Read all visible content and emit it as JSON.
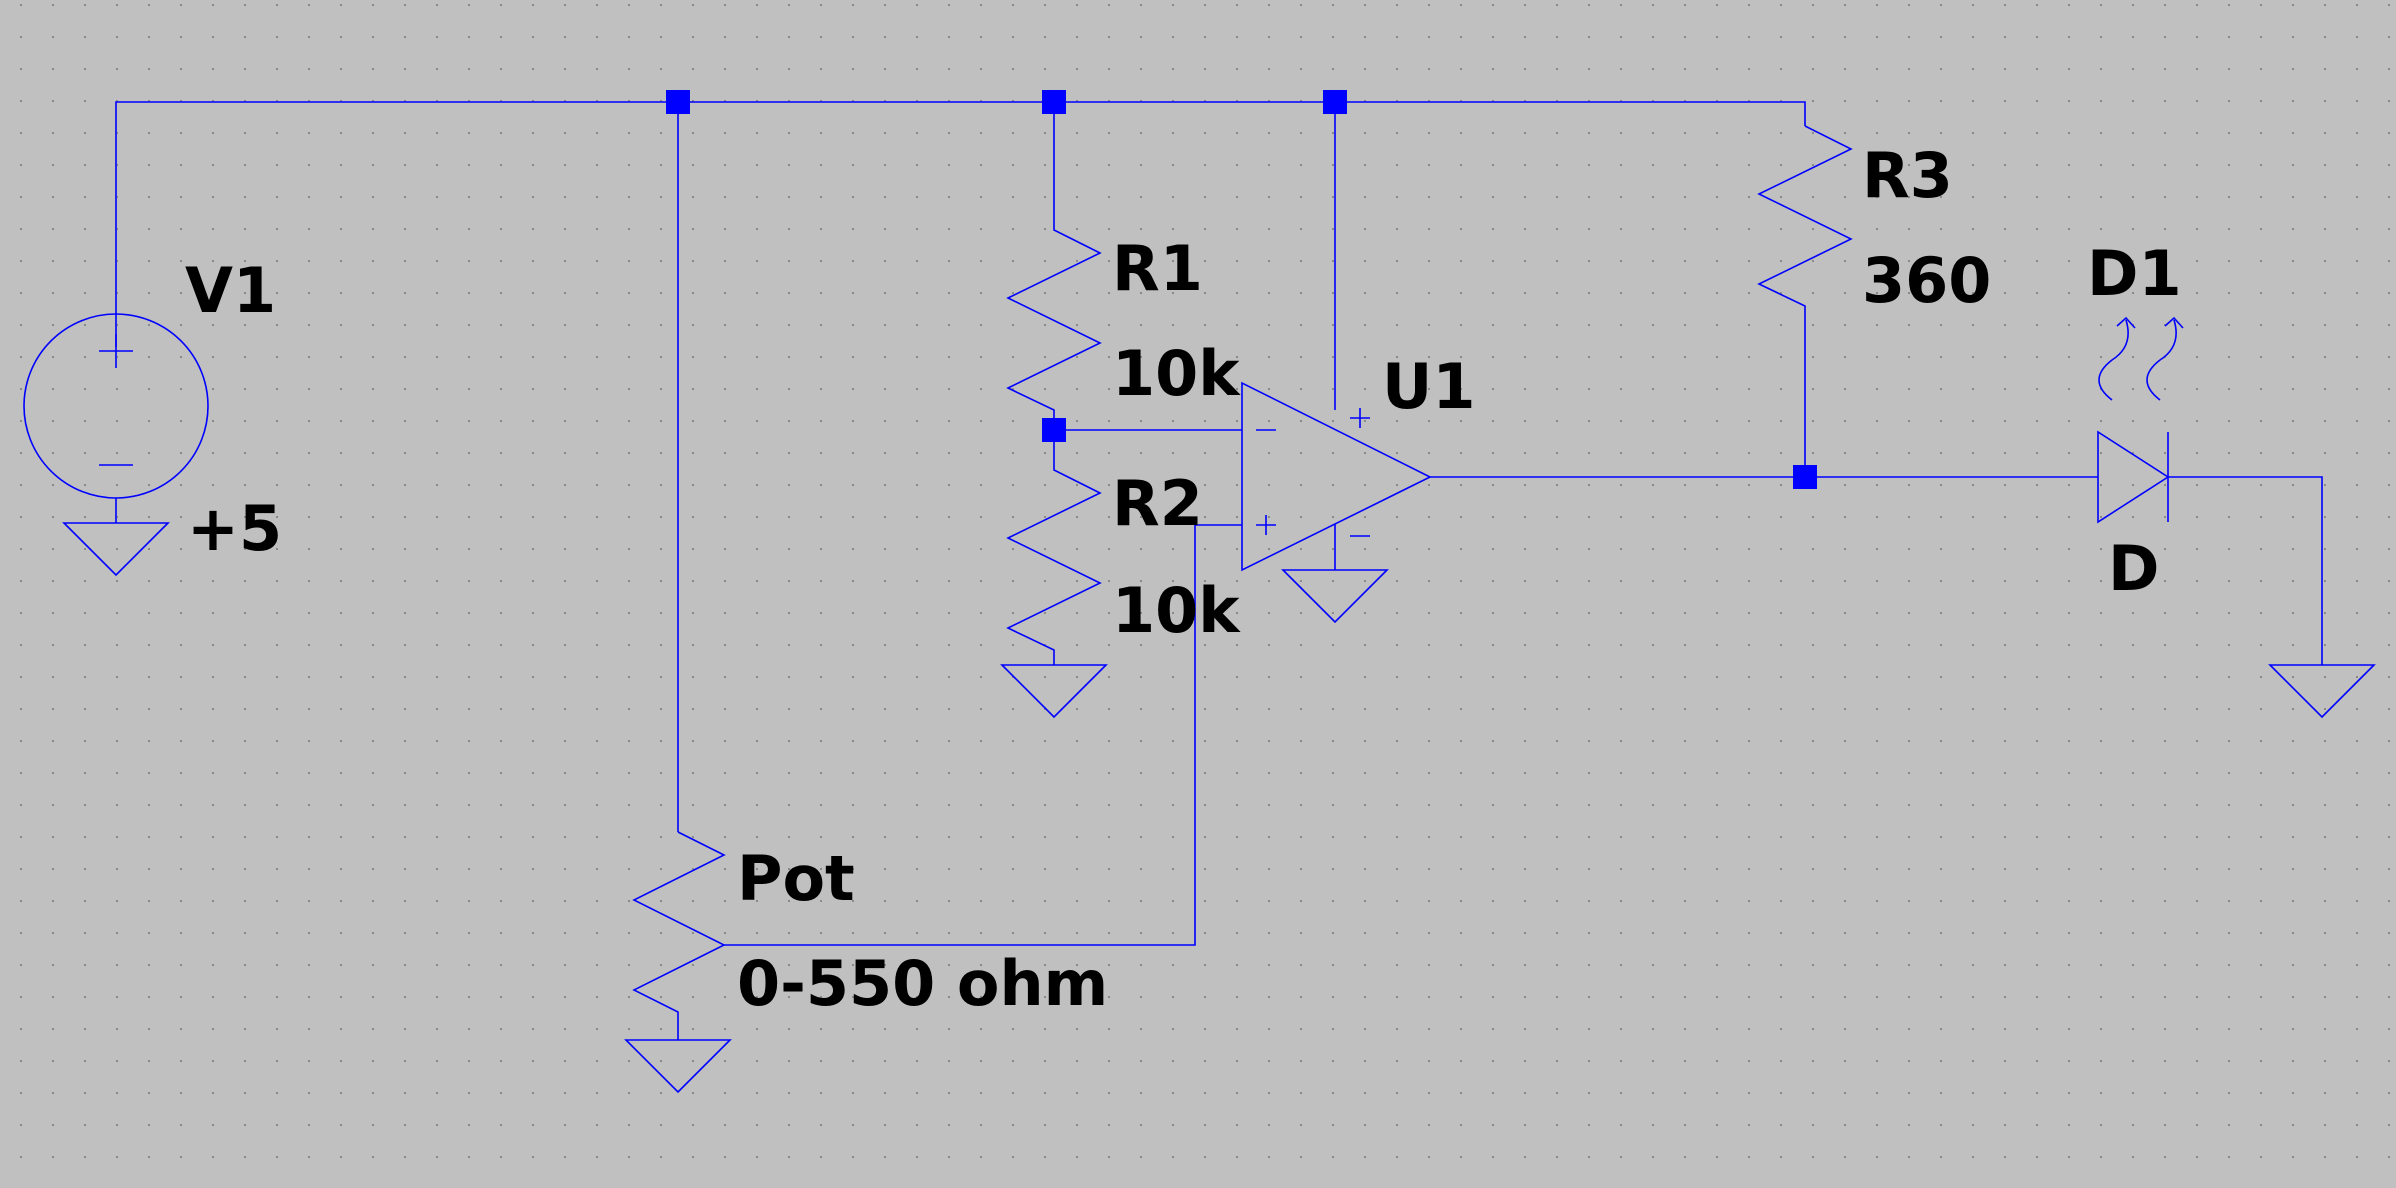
{
  "colors": {
    "background": "#c0c0c0",
    "wire": "#0000ff",
    "grid": "#8a8a8a",
    "junction": "#0000ff",
    "text": "#000000"
  },
  "components": {
    "v1": {
      "ref": "V1",
      "value": "+5"
    },
    "r1": {
      "ref": "R1",
      "value": "10k"
    },
    "r2": {
      "ref": "R2",
      "value": "10k"
    },
    "r3": {
      "ref": "R3",
      "value": "360"
    },
    "u1": {
      "ref": "U1"
    },
    "d1": {
      "ref": "D1",
      "value": "D"
    },
    "pot": {
      "ref": "Pot",
      "value": "0-550 ohm"
    }
  }
}
